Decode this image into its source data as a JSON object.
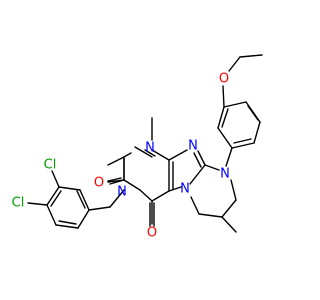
{
  "molecule": {
    "atoms": {
      "n_pyr_1": "N",
      "n_pyr_3": "N",
      "o_c2": "O",
      "o_c4": "O",
      "n_imid_top": "N",
      "n_bridge": "N",
      "n_ring_aryl": "N",
      "o_ether": "O",
      "cl_upper": "Cl",
      "cl_lower": "Cl"
    },
    "colors": {
      "nitrogen": "#0000ff",
      "oxygen": "#ff0000",
      "chlorine": "#00a000",
      "bond": "#000000"
    }
  }
}
